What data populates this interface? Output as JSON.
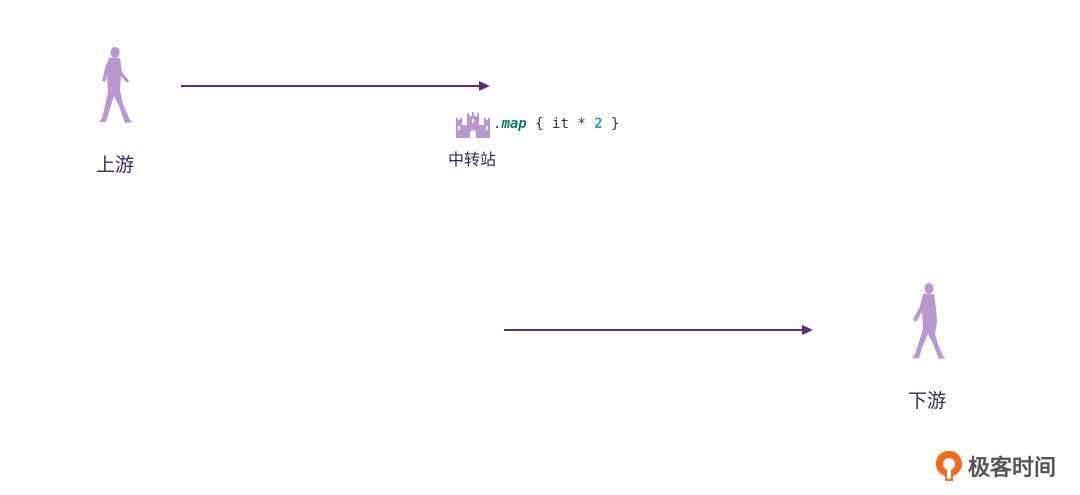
{
  "upstream": {
    "label": "上游",
    "icon": "walking-person-icon"
  },
  "downstream": {
    "label": "下游",
    "icon": "walking-person-icon"
  },
  "relay": {
    "label": "中转站",
    "icon": "castle-icon",
    "code": {
      "dot": ".",
      "method": "map",
      "open": " { ",
      "body": "it * ",
      "num": "2",
      "close": " }"
    }
  },
  "brand": {
    "text": "极客时间",
    "icon": "geektime-logo-icon"
  },
  "colors": {
    "figure": "#b899cf",
    "arrow": "#5b2d7a",
    "label": "#3a2a5c",
    "code_keyword": "#0b7a6e",
    "code_number": "#1aa3d6",
    "brand_orange": "#f26a1b"
  }
}
